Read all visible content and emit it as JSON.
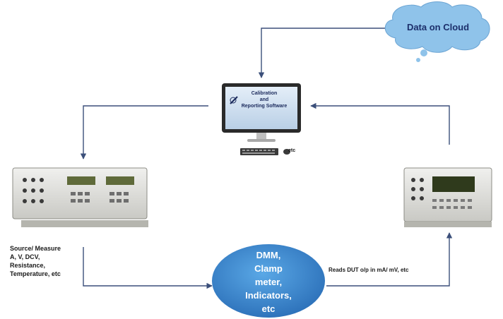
{
  "cloud": {
    "label": "Data on Cloud"
  },
  "computer": {
    "screen_text": "Calibration\nand\nReporting Software",
    "keyboard_caption": "etc"
  },
  "left_instrument": {
    "name": "calibrator-instrument",
    "caption": "Source/ Measure\nA, V, DCV,\nResistance,\nTemperature, etc"
  },
  "right_instrument": {
    "name": "multimeter-instrument",
    "caption": "Reads DUT o/p in mA/ mV, etc"
  },
  "dut": {
    "label": "DMM,\nClamp\nmeter,\nIndicators,\netc"
  },
  "colors": {
    "line": "#3b4f7a",
    "cloud_fill": "#8fc3ea",
    "ellipse_fill": "#3f8fd2",
    "monitor_frame": "#2a2a2a",
    "screen_bg": "#cfe0f0"
  }
}
